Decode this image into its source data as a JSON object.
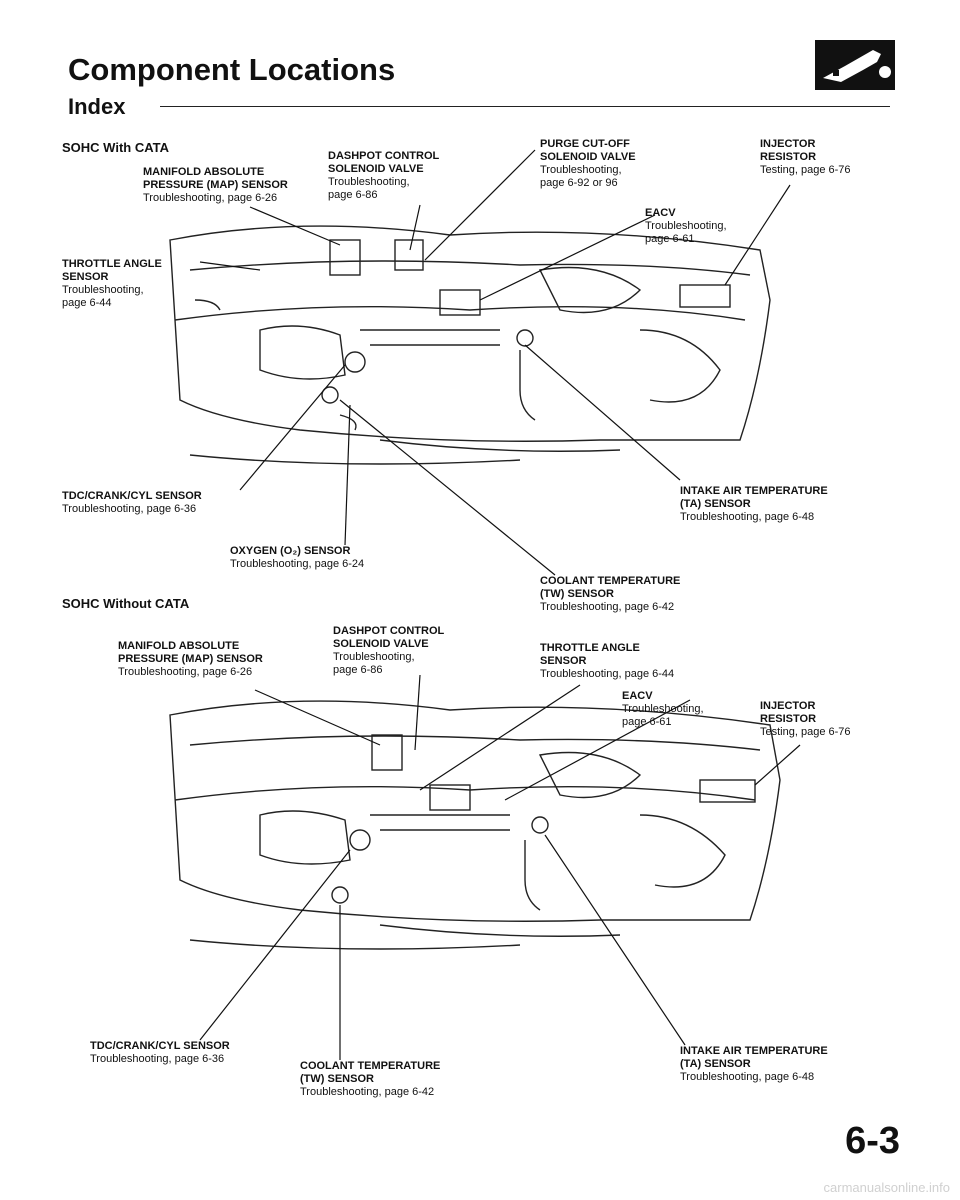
{
  "header": {
    "title": "Component Locations",
    "subtitle": "Index",
    "tab_icon": "engine-section-icon"
  },
  "section1": {
    "heading": "SOHC With CATA",
    "map_sensor": {
      "name": "MANIFOLD ABSOLUTE\nPRESSURE (MAP) SENSOR",
      "ref": "Troubleshooting, page 6-26"
    },
    "dashpot": {
      "name": "DASHPOT CONTROL\nSOLENOID VALVE",
      "ref": "Troubleshooting,\npage 6-86"
    },
    "purge": {
      "name": "PURGE CUT-OFF\nSOLENOID VALVE",
      "ref": "Troubleshooting,\npage 6-92 or 96"
    },
    "injector": {
      "name": "INJECTOR\nRESISTOR",
      "ref": "Testing, page 6-76"
    },
    "eacv": {
      "name": "EACV",
      "ref": "Troubleshooting,\npage 6-61"
    },
    "throttle": {
      "name": "THROTTLE ANGLE\nSENSOR",
      "ref": "Troubleshooting,\npage 6-44"
    },
    "tdc": {
      "name": "TDC/CRANK/CYL SENSOR",
      "ref": "Troubleshooting, page 6-36"
    },
    "intake": {
      "name": "INTAKE AIR TEMPERATURE\n(TA) SENSOR",
      "ref": "Troubleshooting, page 6-48"
    },
    "oxygen": {
      "name": "OXYGEN (O₂) SENSOR",
      "ref": "Troubleshooting, page 6-24"
    }
  },
  "section2": {
    "heading": "SOHC Without CATA",
    "coolant_top": {
      "name": "COOLANT TEMPERATURE\n(TW) SENSOR",
      "ref": "Troubleshooting, page 6-42"
    },
    "dashpot": {
      "name": "DASHPOT CONTROL\nSOLENOID VALVE",
      "ref": "Troubleshooting,\npage 6-86"
    },
    "map_sensor": {
      "name": "MANIFOLD ABSOLUTE\nPRESSURE (MAP) SENSOR",
      "ref": "Troubleshooting, page 6-26"
    },
    "throttle": {
      "name": "THROTTLE ANGLE\nSENSOR",
      "ref": "Troubleshooting, page 6-44"
    },
    "eacv": {
      "name": "EACV",
      "ref": "Troubleshooting,\npage 6-61"
    },
    "injector": {
      "name": "INJECTOR\nRESISTOR",
      "ref": "Testing, page 6-76"
    },
    "tdc": {
      "name": "TDC/CRANK/CYL SENSOR",
      "ref": "Troubleshooting, page 6-36"
    },
    "intake": {
      "name": "INTAKE AIR TEMPERATURE\n(TA) SENSOR",
      "ref": "Troubleshooting, page 6-48"
    },
    "coolant_bottom": {
      "name": "COOLANT TEMPERATURE\n(TW) SENSOR",
      "ref": "Troubleshooting, page 6-42"
    }
  },
  "footer": {
    "page_number": "6-3",
    "watermark": "carmanualsonline.info"
  }
}
